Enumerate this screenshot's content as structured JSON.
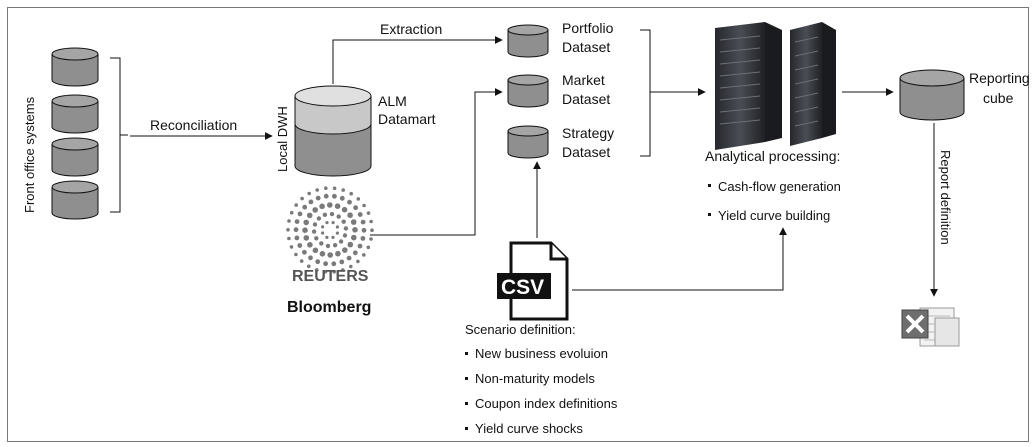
{
  "front_office": {
    "label": "Front office systems"
  },
  "reconciliation": {
    "label": "Reconciliation"
  },
  "local_dwh": {
    "label": "Local DWH"
  },
  "alm_datamart": {
    "line1": "ALM",
    "line2": "Datamart"
  },
  "extraction": {
    "label": "Extraction"
  },
  "datasets": {
    "portfolio": {
      "line1": "Portfolio",
      "line2": "Dataset"
    },
    "market": {
      "line1": "Market",
      "line2": "Dataset"
    },
    "strategy": {
      "line1": "Strategy",
      "line2": "Dataset"
    }
  },
  "providers": {
    "reuters": "REUTERS",
    "bloomberg": "Bloomberg"
  },
  "csv": {
    "label": "CSV"
  },
  "scenario": {
    "title": "Scenario definition:",
    "items": [
      "New business evoluion",
      "Non-maturity models",
      "Coupon index definitions",
      "Yield curve shocks"
    ]
  },
  "analytics": {
    "title": "Analytical processing:",
    "items": [
      "Cash-flow generation",
      "Yield curve building"
    ]
  },
  "reporting": {
    "line1": "Reporting",
    "line2": "cube"
  },
  "report_definition": {
    "label": "Report definition"
  },
  "colors": {
    "db_fill": "#8f8f8f",
    "db_light": "#c8c8c8",
    "line": "#111111",
    "server": "#3a3c42"
  }
}
